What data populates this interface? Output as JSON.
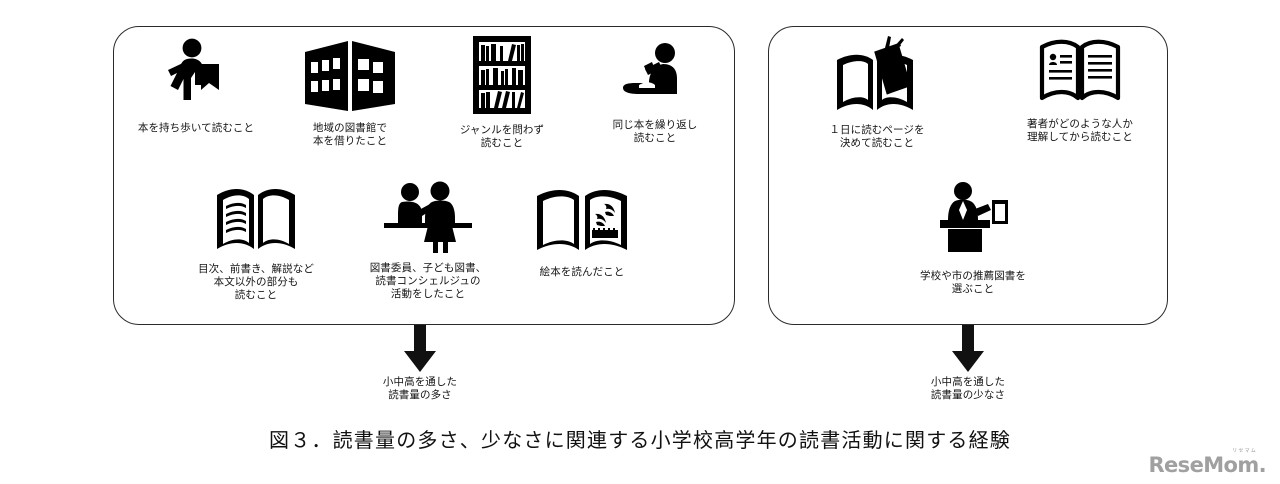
{
  "figure": {
    "caption": "図３．読書量の多さ、少なさに関連する小学校高学年の読書活動に関する経験"
  },
  "groups": [
    {
      "id": "left",
      "items": [
        {
          "icon": "person-walking-with-book-icon",
          "label": "本を持ち歩いて読むこと"
        },
        {
          "icon": "library-building-icon",
          "label": "地域の図書館で\n本を借りたこと"
        },
        {
          "icon": "bookshelf-icon",
          "label": "ジャンルを問わず\n読むこと"
        },
        {
          "icon": "person-sitting-reading-icon",
          "label": "同じ本を繰り返し\n読むこと"
        },
        {
          "icon": "open-book-lined-pages-icon",
          "label": "目次、前書き、解説など\n本文以外の部分も\n読むこと"
        },
        {
          "icon": "two-people-at-counter-icon",
          "label": "図書委員、子ども図書、\n読書コンシェルジュの\n活動をしたこと"
        },
        {
          "icon": "picture-book-dolphins-icon",
          "label": "絵本を読んだこと"
        }
      ],
      "outcome": {
        "arrow": "arrow-down-icon",
        "label": "小中高を通した\n読書量の多さ"
      }
    },
    {
      "id": "right",
      "items": [
        {
          "icon": "open-book-with-bookmark-icon",
          "label": "１日に読むページを\n決めて読むこと"
        },
        {
          "icon": "open-book-author-profile-icon",
          "label": "著者がどのような人か\n理解してから読むこと"
        },
        {
          "icon": "person-at-podium-with-book-icon",
          "label": "学校や市の推薦図書を\n選ぶこと"
        }
      ],
      "outcome": {
        "arrow": "arrow-down-icon",
        "label": "小中高を通した\n読書量の少なさ"
      }
    }
  ],
  "watermark": {
    "kana": "リセマム",
    "word": "ReseMom."
  },
  "colors": {
    "ink": "#111111",
    "box_border": "#2b2b2b",
    "background": "#ffffff",
    "watermark": "#a0a0a0"
  }
}
